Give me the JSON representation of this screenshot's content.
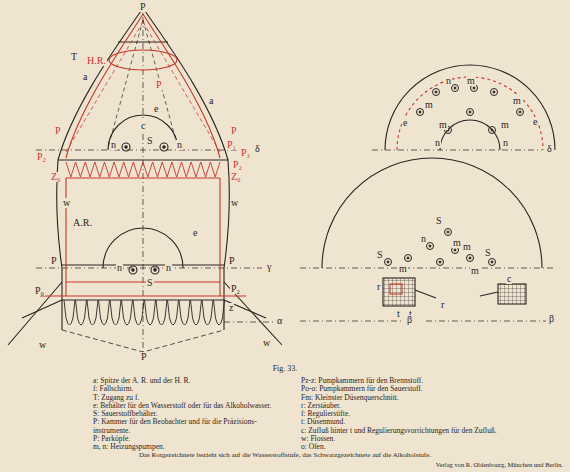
{
  "diagram": {
    "caption": "Fig. 33.",
    "labels": [
      "P",
      "T",
      "H.R.",
      "a",
      "a",
      "P",
      "e",
      "c",
      "P",
      "P",
      "S",
      "n",
      "n",
      "P₂",
      "P₁",
      "P₃",
      "δ",
      "P₂",
      "Z₀",
      "Z₀",
      "w",
      "w",
      "A.R.",
      "e",
      "P",
      "P",
      "n",
      "n",
      "S",
      "γ",
      "P₀",
      "P₂",
      "z",
      "α",
      "w",
      "w",
      "P",
      "δ",
      "e",
      "m",
      "n",
      "m",
      "m",
      "e",
      "m",
      "n",
      "m",
      "n",
      "S",
      "m",
      "n",
      "m",
      "S",
      "m",
      "S",
      "m",
      "r",
      "r",
      "t",
      "t",
      "β",
      "β",
      "c",
      "a: Spitze der A. R. und der H. R.",
      "f: Fallschirm.",
      "T: Zugang zu f.",
      "e: Behälter für den Wasserstoff oder für das Alkoholwasser.",
      "S: Sauerstoffbehälter.",
      "P: Kammer für den Beobachter und für die Präzisions- instrumente.",
      "P: Parköpfe.",
      "m, n: Heizungspumpen.",
      "Pz-z: Pumpkammern für den Brennstoff.",
      "Po-o: Pumpkammern für den Sauerstoff.",
      "Fm: Kleinster Düsenquerschnitt.",
      "r: Zerstäuber.",
      "f: Regulierstifte.",
      "t: Düsenmund.",
      "c: Zufluß hinter t und Regulierungsvorrichtungen für den Zufluß.",
      "w: Flossen.",
      "o: Ofen.",
      "Das Rotgezeichnete bezieht sich auf die Wasserstoffstufe, das Schwarzgezeichnete auf die Alkoholstufe.",
      "Verlag von R. Oldenbourg, München und Berlin."
    ]
  }
}
